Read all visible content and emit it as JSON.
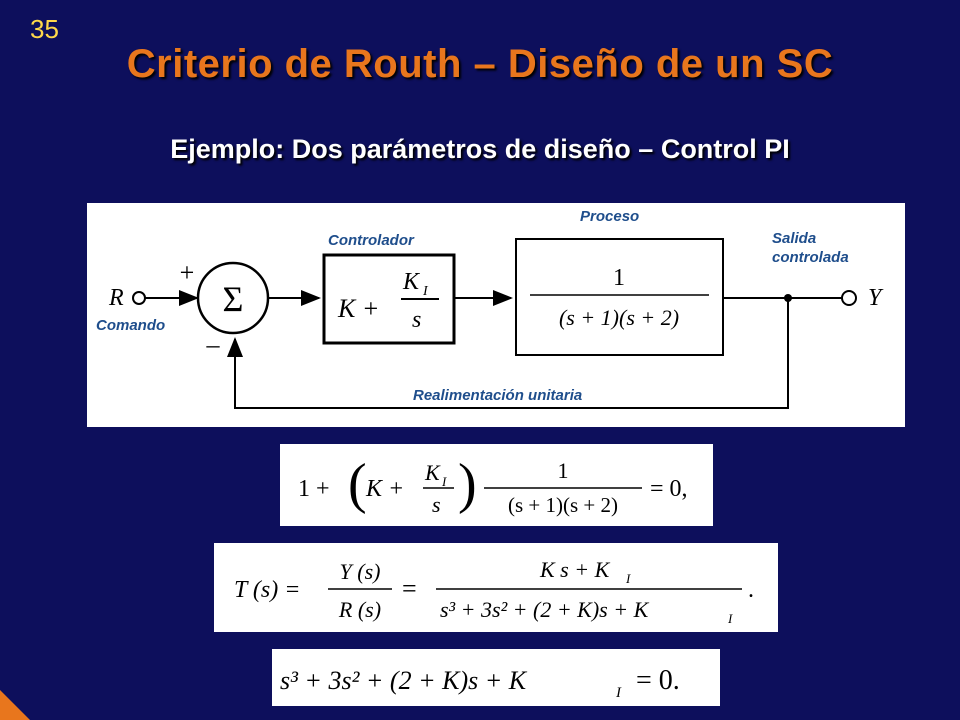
{
  "slide": {
    "number": "35",
    "title": "Criterio de Routh – Diseño de un SC",
    "subtitle": "Ejemplo: Dos parámetros de diseño – Control PI"
  },
  "diagram": {
    "labels": {
      "process": "Proceso",
      "controller": "Controlador",
      "output": "Salida\ncontrolada",
      "command": "Comando",
      "feedback": "Realimentación unitaria"
    },
    "symbols": {
      "input": "R",
      "output": "Y",
      "plus": "+",
      "minus": "–",
      "sum": "Σ",
      "controller_K": "K +",
      "controller_KI": "K",
      "controller_KI_sub": "I",
      "controller_s": "s",
      "plant_num": "1",
      "plant_den": "(s + 1)(s + 2)"
    }
  },
  "equations": {
    "characteristic": {
      "lead": "1 +",
      "K": "K +",
      "KI": "K",
      "KI_sub": "I",
      "s": "s",
      "num": "1",
      "den": "(s + 1)(s + 2)",
      "tail": "= 0,"
    },
    "transfer": {
      "lhs": "T (s) =",
      "Ys": "Y (s)",
      "Rs": "R (s)",
      "eq": "=",
      "num_main": "K s + K",
      "num_sub": "I",
      "den_main": "s³ + 3s² + (2 + K)s + K",
      "den_sub": "I",
      "tail": "."
    },
    "polynomial": {
      "main": "s³ + 3s² + (2 + K)s + K",
      "sub": "I",
      "tail": "= 0."
    }
  },
  "colors": {
    "background": "#0d0f5c",
    "title": "#e8761d",
    "slide_number": "#ffd84a",
    "diagram_label": "#1f4e8c"
  }
}
